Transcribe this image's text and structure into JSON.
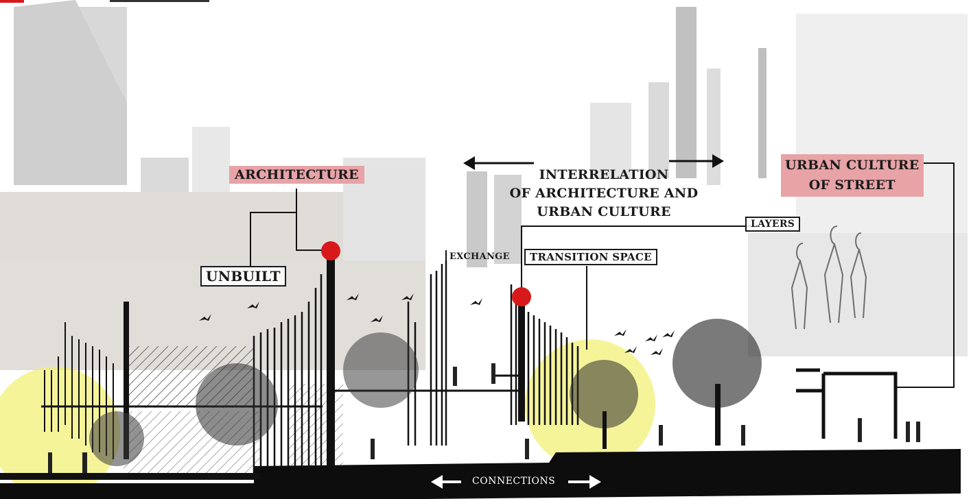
{
  "labels": {
    "architecture": "ARCHITECTURE",
    "unbuilt": "UNBUILT",
    "interrelation_line1": "INTERRELATION",
    "interrelation_line2": "OF ARCHITECTURE AND",
    "interrelation_line3": "URBAN CULTURE",
    "exchange": "EXCHANGE",
    "transition_space": "TRANSITION SPACE",
    "layers": "LAYERS",
    "urban_culture_line1": "URBAN CULTURE",
    "urban_culture_line2": "OF STREET",
    "connections": "CONNECTIONS"
  },
  "colors": {
    "accent_label_bg": "#e7a3a6",
    "marker_red": "#d7191c",
    "highlight_yellow": "#f2ef6e",
    "ink": "#111111"
  }
}
